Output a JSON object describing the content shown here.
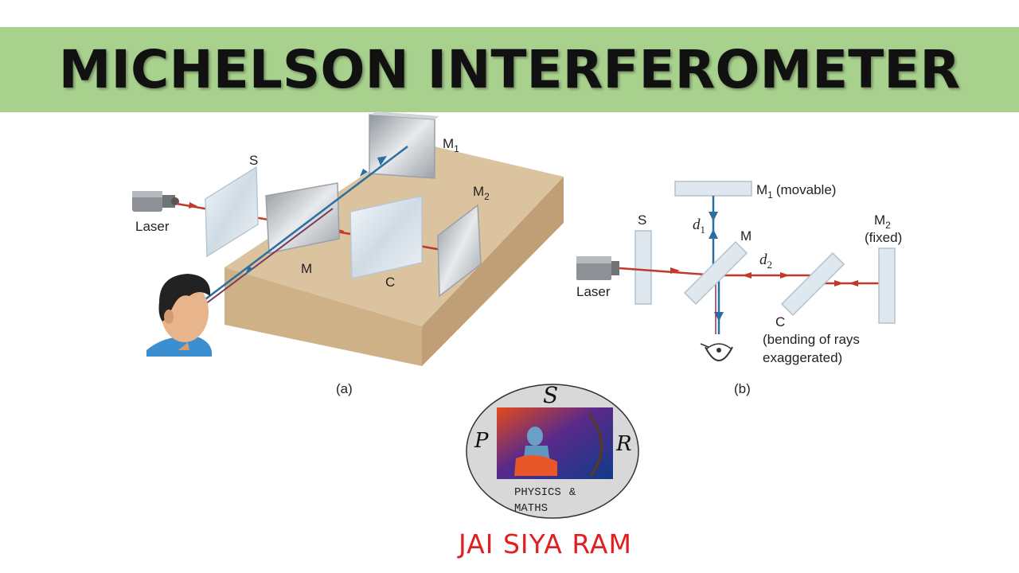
{
  "title": "MICHELSON INTERFEROMETER",
  "diagram_a": {
    "caption": "(a)",
    "labels": {
      "laser": "Laser",
      "s": "S",
      "m": "M",
      "c": "C",
      "m1": "M",
      "m1_sub": "1",
      "m2": "M",
      "m2_sub": "2"
    }
  },
  "diagram_b": {
    "caption": "(b)",
    "labels": {
      "laser": "Laser",
      "s": "S",
      "m": "M",
      "c": "C",
      "m1": "M",
      "m1_sub": "1",
      "m1_note": "(movable)",
      "m2": "M",
      "m2_sub": "2",
      "m2_note": "(fixed)",
      "d1": "d",
      "d1_sub": "1",
      "d2": "d",
      "d2_sub": "2",
      "bending_line1": "(bending of rays",
      "bending_line2": "exaggerated)"
    }
  },
  "logo": {
    "letter_top": "S",
    "letter_left": "P",
    "letter_right": "R",
    "line1": "PHYSICS",
    "amp": "&",
    "line2": "MATHS"
  },
  "footer": "JAI SIYA RAM",
  "colors": {
    "banner": "#a9d18e",
    "ray_red": "#c0392b",
    "ray_blue": "#2b6fa0",
    "table": "#dcc3a0",
    "footer": "#e02020"
  }
}
